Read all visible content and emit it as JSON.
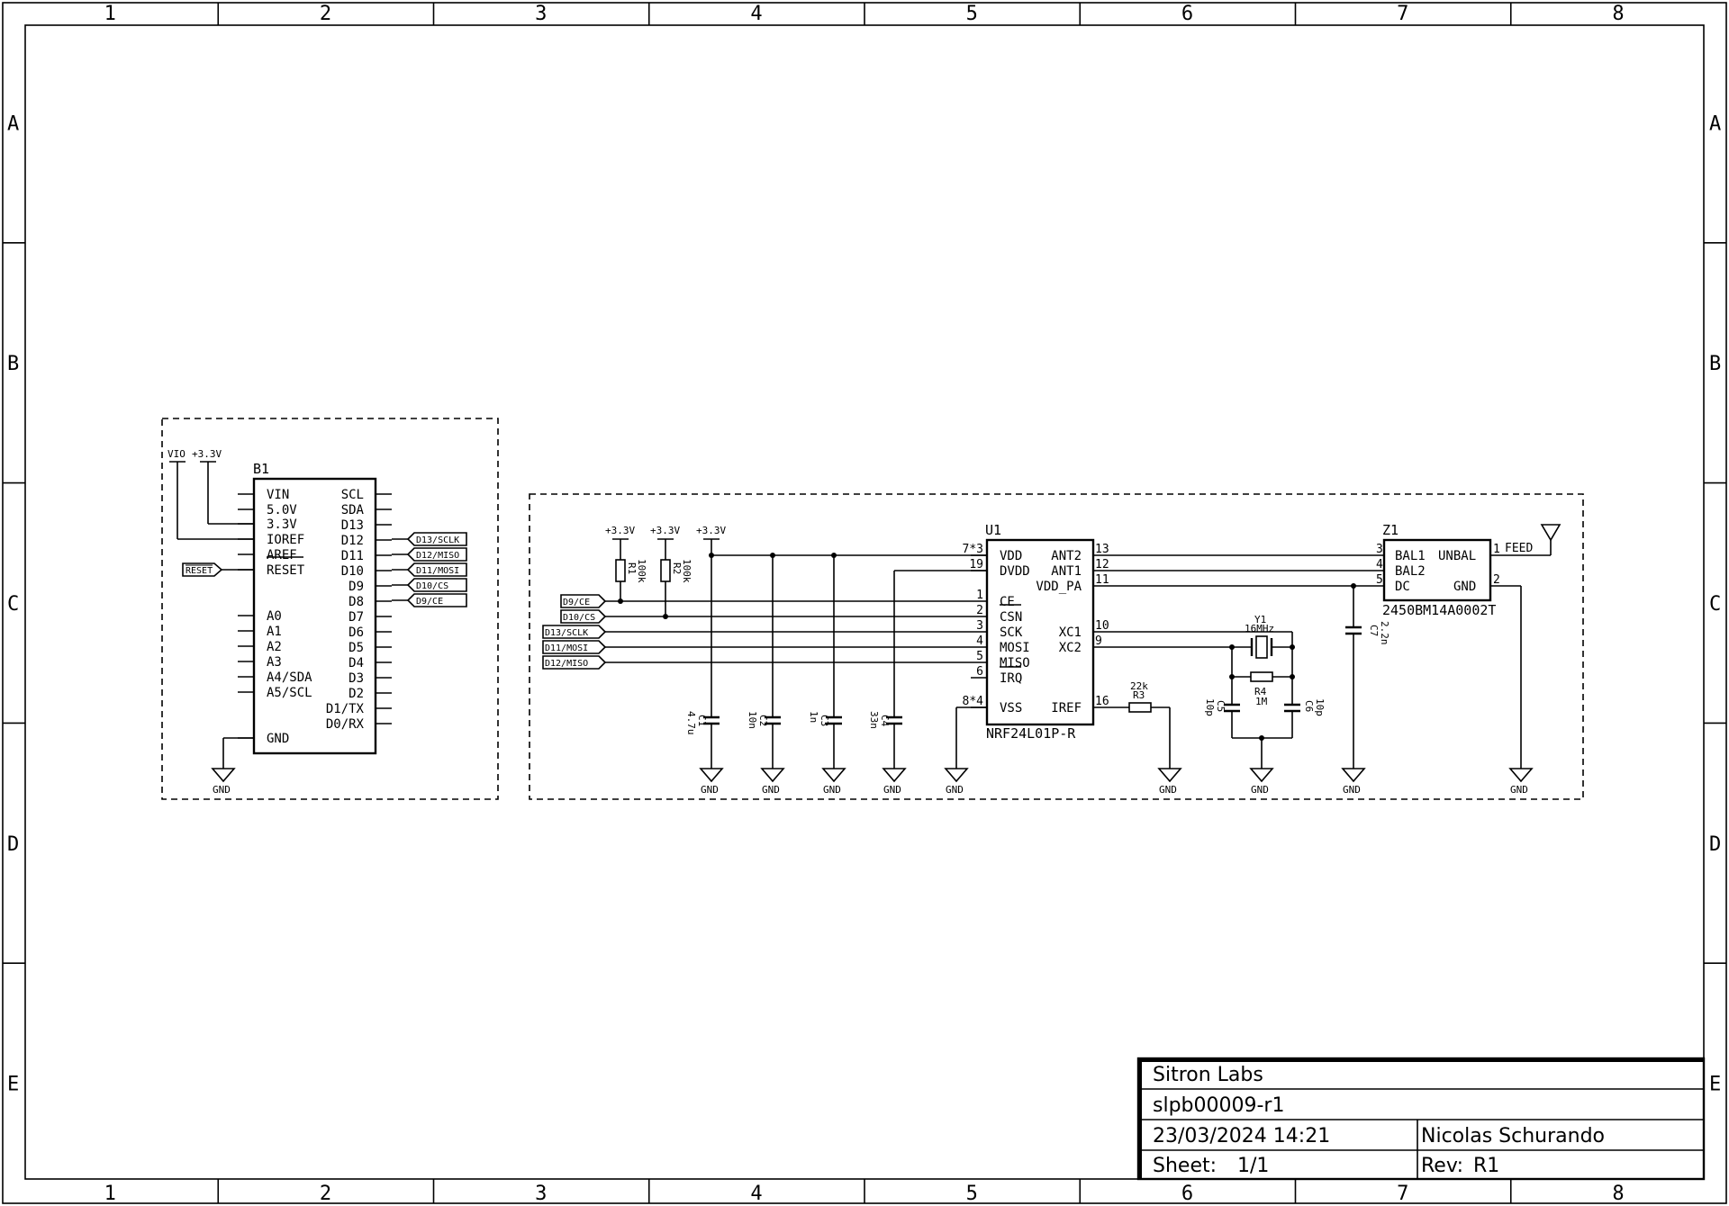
{
  "frame": {
    "columns": [
      "1",
      "2",
      "3",
      "4",
      "5",
      "6",
      "7",
      "8"
    ],
    "rows": [
      "A",
      "B",
      "C",
      "D",
      "E"
    ]
  },
  "title_block": {
    "company": "Sitron Labs",
    "title": "slpb00009-r1",
    "date": "23/03/2024 14:21",
    "author": "Nicolas Schurando",
    "sheet_label": "Sheet:",
    "sheet": "1/1",
    "rev_label": "Rev:",
    "rev": "R1"
  },
  "b1": {
    "ref": "B1",
    "left_pins": [
      "VIN",
      "5.0V",
      "3.3V",
      "IOREF",
      "AREF",
      "RESET",
      "A0",
      "A1",
      "A2",
      "A3",
      "A4/SDA",
      "A5/SCL",
      "GND"
    ],
    "right_pins": [
      "SCL",
      "SDA",
      "D13",
      "D12",
      "D11",
      "D10",
      "D9",
      "D8",
      "D7",
      "D6",
      "D5",
      "D4",
      "D3",
      "D2",
      "D1/TX",
      "D0/RX"
    ],
    "power_vio": "VIO",
    "power_33": "+3.3V",
    "gnd": "GND",
    "labels": [
      "D13/SCLK",
      "D12/MISO",
      "D11/MOSI",
      "D10/CS",
      "D9/CE"
    ],
    "reset_label": "RESET"
  },
  "u1": {
    "ref": "U1",
    "value": "NRF24L01P-R",
    "left_pins": [
      "VDD",
      "DVDD",
      "CE",
      "CSN",
      "SCK",
      "MOSI",
      "MISO",
      "IRQ",
      "VSS"
    ],
    "left_nums": [
      "7*3",
      "19",
      "1",
      "2",
      "3",
      "4",
      "5",
      "6",
      "8*4"
    ],
    "right_pins": [
      "ANT2",
      "ANT1",
      "VDD_PA",
      "XC1",
      "XC2",
      "IREF"
    ],
    "right_nums": [
      "13",
      "12",
      "11",
      "10",
      "9",
      "16"
    ]
  },
  "z1": {
    "ref": "Z1",
    "value": "2450BM14A0002T",
    "pins": [
      "BAL1",
      "BAL2",
      "DC",
      "UNBAL",
      "GND"
    ],
    "nums": [
      "3",
      "4",
      "5",
      "1",
      "2"
    ],
    "feed": "FEED"
  },
  "nets": {
    "labels": [
      "D9/CE",
      "D10/CS",
      "D13/SCLK",
      "D11/MOSI",
      "D12/MISO"
    ],
    "supply": "+3.3V",
    "gnd": "GND"
  },
  "passives": {
    "r1": {
      "ref": "R1",
      "value": "100k"
    },
    "r2": {
      "ref": "R2",
      "value": "100k"
    },
    "r3": {
      "ref": "R3",
      "value": "22k"
    },
    "r4": {
      "ref": "R4",
      "value": "1M"
    },
    "c1": {
      "ref": "C1",
      "value": "4.7u"
    },
    "c2": {
      "ref": "C2",
      "value": "10n"
    },
    "c3": {
      "ref": "C3",
      "value": "1n"
    },
    "c4": {
      "ref": "C4",
      "value": "33n"
    },
    "c5": {
      "ref": "C5",
      "value": "10p"
    },
    "c6": {
      "ref": "C6",
      "value": "10p"
    },
    "c7": {
      "ref": "C7",
      "value": "2.2n"
    },
    "y1": {
      "ref": "Y1",
      "value": "16MHz"
    }
  }
}
